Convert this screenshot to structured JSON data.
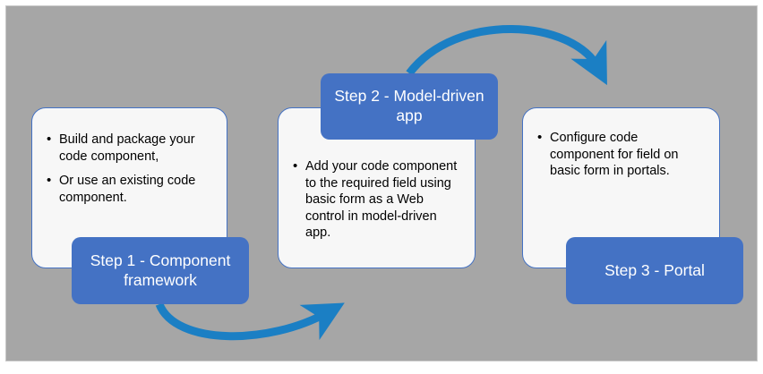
{
  "figure": {
    "type": "process-flow-diagram",
    "canvas_color": "#a6a6a6",
    "card_fill": "#f7f7f7",
    "card_border_color": "#4472c4",
    "label_color": "#4472c4",
    "arrow_color": "#1b7fc4",
    "label_text_color": "#ffffff"
  },
  "steps": [
    {
      "id": "step-1",
      "label": "Step 1 - Component framework",
      "bullets": [
        "Build and package your code component,",
        "Or use an existing code component."
      ]
    },
    {
      "id": "step-2",
      "label": "Step 2 - Model-driven app",
      "bullets": [
        "Add your code component to the required field using basic form as a Web control in model-driven app."
      ]
    },
    {
      "id": "step-3",
      "label": "Step 3 - Portal",
      "bullets": [
        "Configure code component for field on basic form in portals."
      ]
    }
  ],
  "connectors": [
    {
      "id": "arrow-step1-to-step2",
      "from": "step-1",
      "to": "step-2",
      "direction": "curve-down-right"
    },
    {
      "id": "arrow-step2-to-step3",
      "from": "step-2",
      "to": "step-3",
      "direction": "curve-up-right"
    }
  ]
}
